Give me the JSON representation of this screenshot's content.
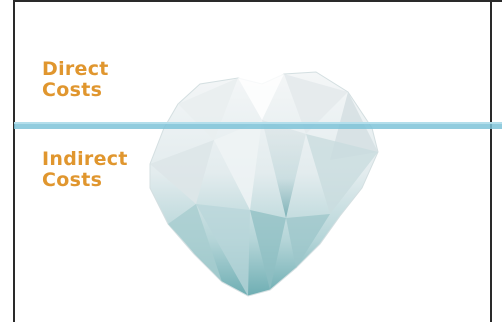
{
  "labels": {
    "direct": [
      "Direct",
      "Costs"
    ],
    "indirect": [
      "Indirect",
      "Costs"
    ]
  },
  "colors": {
    "label": "#e0962e",
    "waterline": "#7ec3d8",
    "frame": "#2a2a2a",
    "ice_top": "#f2f5f6",
    "ice_bottom": "#6aaeb3"
  }
}
